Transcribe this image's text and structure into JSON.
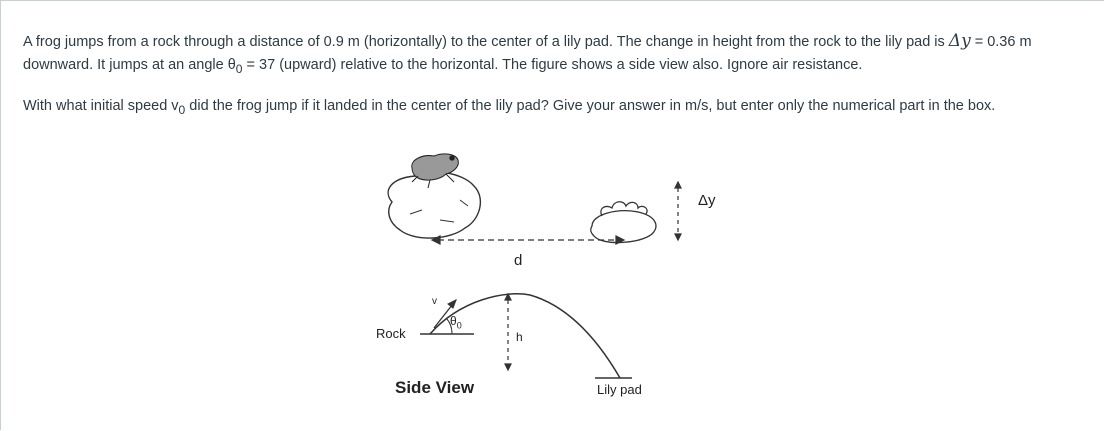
{
  "question": {
    "p1_a": "A frog jumps from a rock through a distance of 0.9 m (horizontally) to the center of a lily pad.  The change in height from the rock to the lily pad is ",
    "p1_delta_symbol": "Δy",
    "p1_b": " = 0.36 m downward.  It jumps at an angle θ",
    "p1_sub0": "0",
    "p1_c": " = 37 (upward) relative to the horizontal.  The figure shows a side view also. Ignore air resistance.",
    "p2_a": "With what initial speed v",
    "p2_sub0": "0",
    "p2_b": " did the frog jump if it landed in the center of the lily pad?  Give your answer in m/s, but enter only the numerical part in the box."
  },
  "figure": {
    "label_d": "d",
    "label_delta_y": "Δy",
    "label_rock": "Rock",
    "label_theta": "θ",
    "label_theta_sub": "0",
    "label_v": "v",
    "label_h": "h",
    "label_side_view": "Side View",
    "label_lily_pad": "Lily pad"
  }
}
